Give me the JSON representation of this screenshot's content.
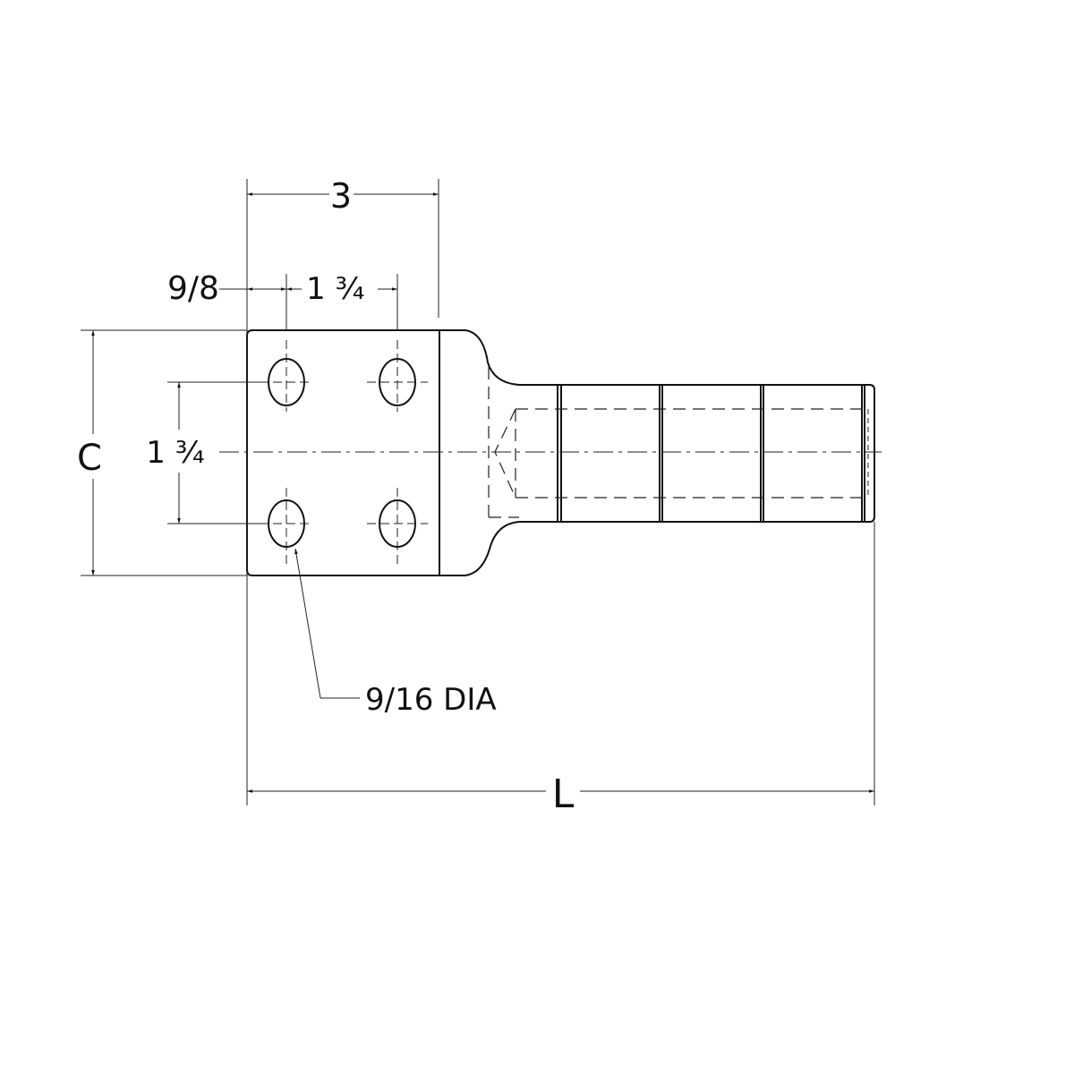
{
  "dimensions": {
    "width_label": "3",
    "edge_to_hole_label": "9/8",
    "hole_spacing_horizontal_label": "1 ¾",
    "hole_spacing_vertical_label": "1 ¾",
    "pad_width_label": "C",
    "overall_length_label": "L",
    "hole_diameter_label": "9/16 DIA"
  },
  "colors": {
    "line": "#111111",
    "background": "#ffffff"
  }
}
